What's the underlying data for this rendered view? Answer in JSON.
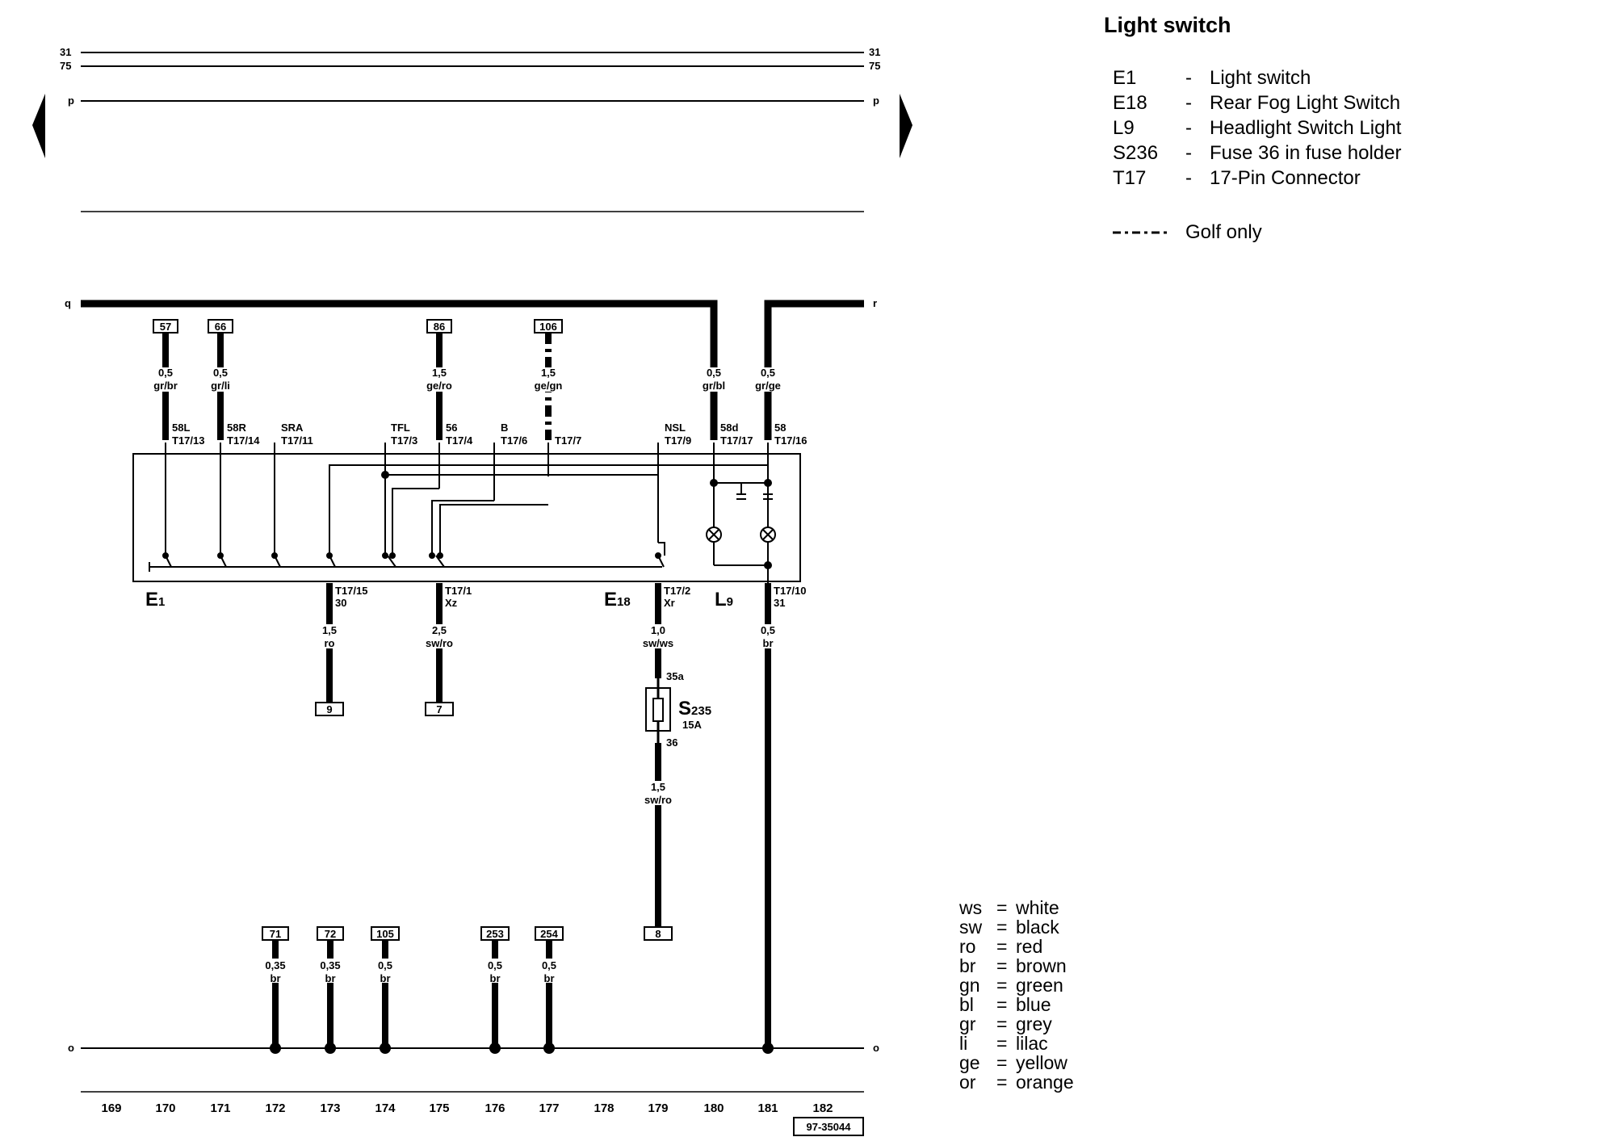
{
  "title": "Light switch",
  "legend": [
    {
      "code": "E1",
      "sep": "-",
      "desc": "Light switch"
    },
    {
      "code": "E18",
      "sep": "-",
      "desc": "Rear Fog Light Switch"
    },
    {
      "code": "L9",
      "sep": "-",
      "desc": "Headlight Switch Light"
    },
    {
      "code": "S236",
      "sep": "-",
      "desc": "Fuse 36 in fuse holder"
    },
    {
      "code": "T17",
      "sep": "-",
      "desc": "17-Pin Connector"
    }
  ],
  "golf_only": "Golf only",
  "color_codes": [
    {
      "abbr": "ws",
      "eq": "=",
      "name": "white"
    },
    {
      "abbr": "sw",
      "eq": "=",
      "name": "black"
    },
    {
      "abbr": "ro",
      "eq": "=",
      "name": "red"
    },
    {
      "abbr": "br",
      "eq": "=",
      "name": "brown"
    },
    {
      "abbr": "gn",
      "eq": "=",
      "name": "green"
    },
    {
      "abbr": "bl",
      "eq": "=",
      "name": "blue"
    },
    {
      "abbr": "gr",
      "eq": "=",
      "name": "grey"
    },
    {
      "abbr": "li",
      "eq": "=",
      "name": "lilac"
    },
    {
      "abbr": "ge",
      "eq": "=",
      "name": "yellow"
    },
    {
      "abbr": "or",
      "eq": "=",
      "name": "orange"
    }
  ],
  "bus_labels": {
    "b31": "31",
    "b75": "75",
    "p": "p",
    "q": "q",
    "r": "r",
    "o": "o"
  },
  "components": {
    "e1": "E",
    "e1_sub": "1",
    "e18": "E",
    "e18_sub": "18",
    "l9": "L",
    "l9_sub": "9",
    "s235": "S",
    "s235_sub": "235",
    "s235_rating": "15A",
    "s235_in": "35a",
    "s235_out": "36"
  },
  "top_wires": [
    {
      "ref": "57",
      "size": "0,5",
      "color": "gr/br",
      "func": "58L",
      "pin": "T17/13"
    },
    {
      "ref": "66",
      "size": "0,5",
      "color": "gr/li",
      "func": "58R",
      "pin": "T17/14"
    },
    {
      "ref": "",
      "size": "",
      "color": "",
      "func": "SRA",
      "pin": "T17/11"
    },
    {
      "ref": "",
      "size": "",
      "color": "",
      "func": "TFL",
      "pin": "T17/3"
    },
    {
      "ref": "86",
      "size": "1,5",
      "color": "ge/ro",
      "func": "56",
      "pin": "T17/4"
    },
    {
      "ref": "",
      "size": "",
      "color": "",
      "func": "B",
      "pin": "T17/6"
    },
    {
      "ref": "106",
      "size": "1,5",
      "color": "ge/gn",
      "func": "",
      "pin": "T17/7"
    },
    {
      "ref": "",
      "size": "",
      "color": "",
      "func": "NSL",
      "pin": "T17/9"
    },
    {
      "ref": "",
      "size": "0,5",
      "color": "gr/bl",
      "func": "58d",
      "pin": "T17/17"
    },
    {
      "ref": "",
      "size": "0,5",
      "color": "gr/ge",
      "func": "58",
      "pin": "T17/16"
    }
  ],
  "bottom_wires": [
    {
      "pin": "T17/15",
      "func": "30",
      "size": "1,5",
      "color": "ro",
      "ref": "9"
    },
    {
      "pin": "T17/1",
      "func": "Xz",
      "size": "2,5",
      "color": "sw/ro",
      "ref": "7"
    },
    {
      "pin": "T17/2",
      "func": "Xr",
      "size": "1,0",
      "color": "sw/ws",
      "ref": ""
    },
    {
      "pin": "T17/10",
      "func": "31",
      "size": "0,5",
      "color": "br",
      "ref": ""
    }
  ],
  "fuse_out_wire": {
    "size": "1,5",
    "color": "sw/ro",
    "ref": "8"
  },
  "ground_wires": [
    {
      "ref": "71",
      "size": "0,35",
      "color": "br"
    },
    {
      "ref": "72",
      "size": "0,35",
      "color": "br"
    },
    {
      "ref": "105",
      "size": "0,5",
      "color": "br"
    },
    {
      "ref": "253",
      "size": "0,5",
      "color": "br"
    },
    {
      "ref": "254",
      "size": "0,5",
      "color": "br"
    }
  ],
  "column_numbers": [
    "169",
    "170",
    "171",
    "172",
    "173",
    "174",
    "175",
    "176",
    "177",
    "178",
    "179",
    "180",
    "181",
    "182"
  ],
  "drawing_no": "97-35044"
}
